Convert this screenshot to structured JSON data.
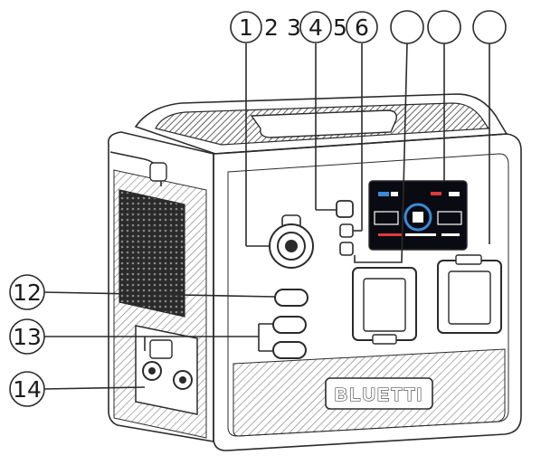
{
  "product": {
    "brand": "BLUETTI"
  },
  "callouts": [
    {
      "label": "1"
    },
    {
      "label": "2"
    },
    {
      "label": "3"
    },
    {
      "label": "4"
    },
    {
      "label": "5"
    },
    {
      "label": "6"
    },
    {
      "label": ""
    },
    {
      "label": ""
    },
    {
      "label": ""
    },
    {
      "label": "12"
    },
    {
      "label": "13"
    },
    {
      "label": "14"
    }
  ],
  "colors": {
    "line": "#2b2b2b",
    "screen": "#0a0a12",
    "screen_accent": "#3a8ad8",
    "screen_warn": "#e03a3a"
  }
}
